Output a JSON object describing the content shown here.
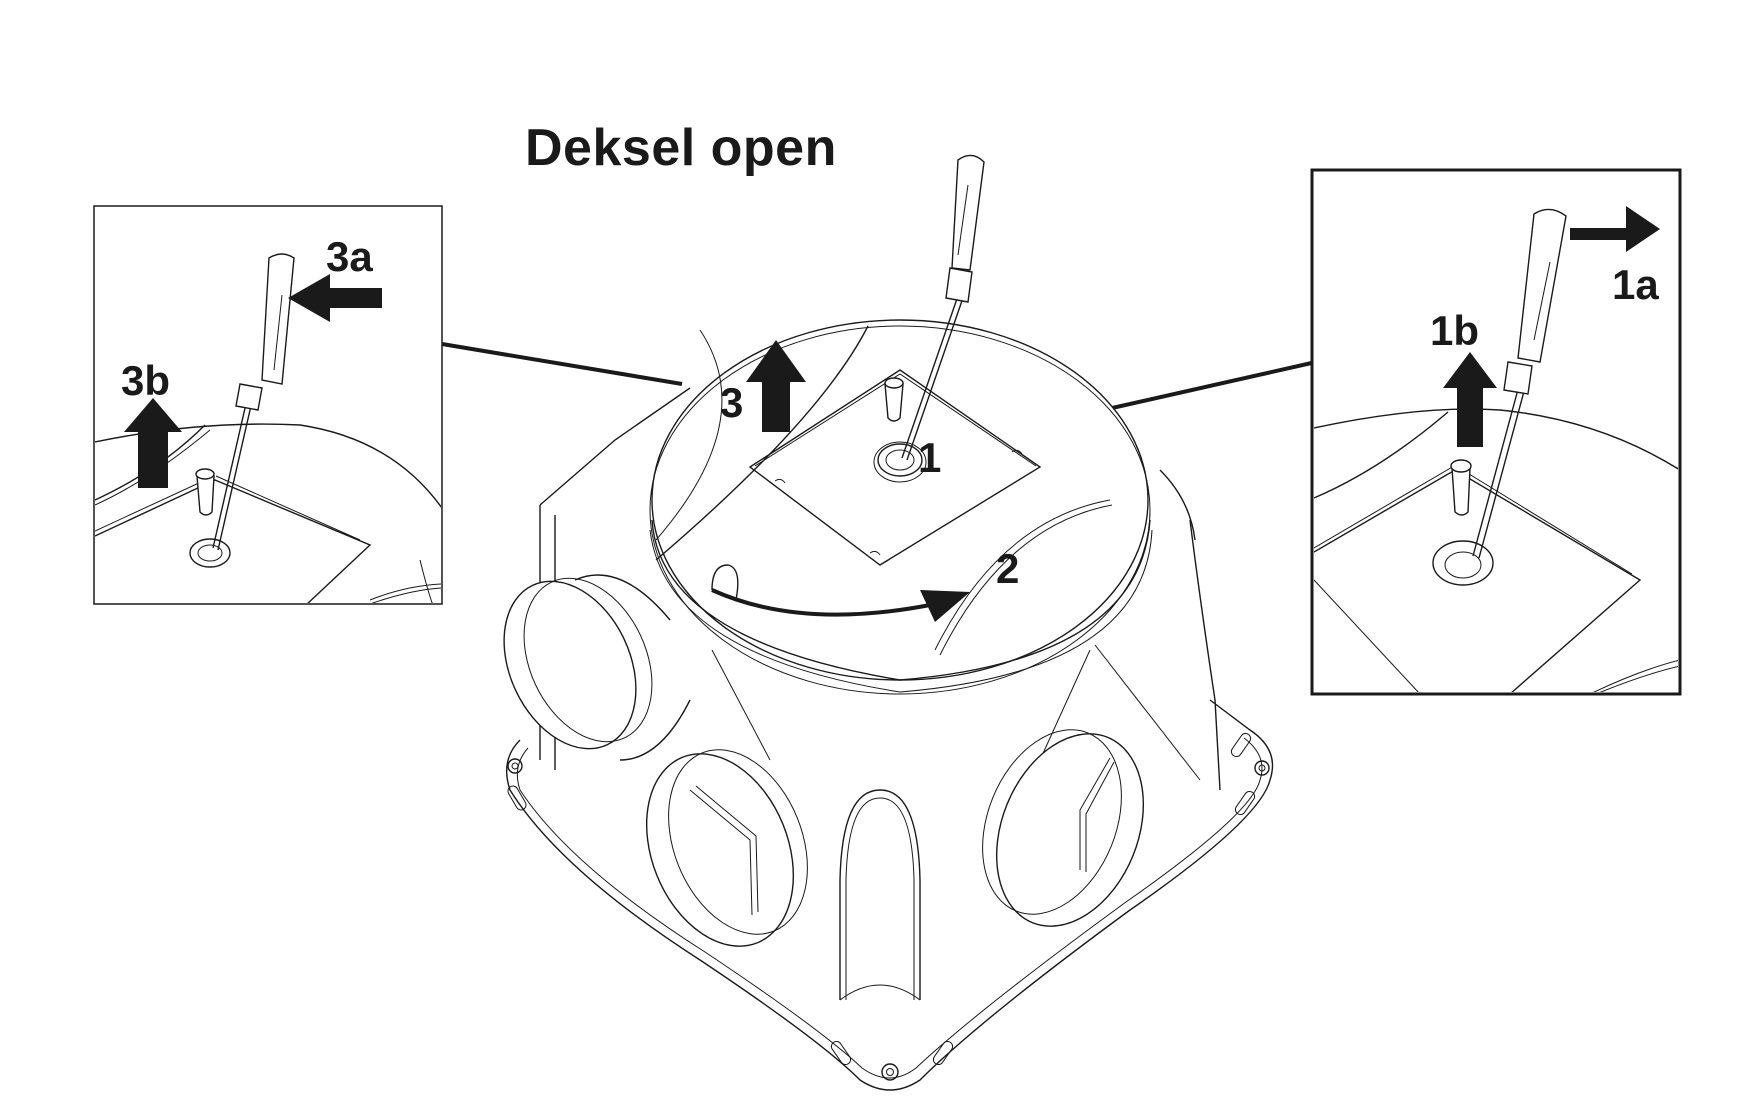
{
  "title": "Deksel open",
  "steps": {
    "main": {
      "step1": "1",
      "step2": "2",
      "step3": "3"
    },
    "inset_left": {
      "step3a": "3a",
      "step3b": "3b"
    },
    "inset_right": {
      "step1a": "1a",
      "step1b": "1b"
    }
  },
  "colors": {
    "ink": "#1a1a1a",
    "background": "#ffffff"
  }
}
